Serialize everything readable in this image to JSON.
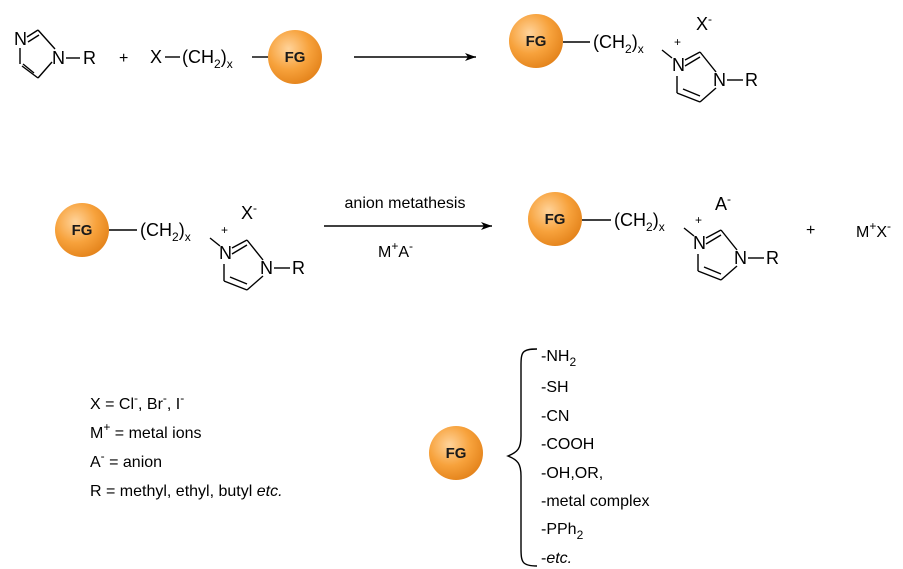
{
  "labels": {
    "fg": "FG",
    "n": "N",
    "r": "R",
    "dash": "–",
    "plus": "+",
    "plus_sign": "+",
    "x": "X",
    "ch2_open": "(CH",
    "ch2_sub": "2",
    "ch2_close": ")",
    "sub_x": "x",
    "x_minus": "-",
    "a": "A",
    "m": "M",
    "anion_metathesis": "anion metathesis",
    "m_plus_a_minus_m": "M",
    "m_plus_a_minus_a": "A"
  },
  "legend": {
    "x_def_prefix": "X = Cl",
    "x_def_br": ", Br",
    "x_def_i": ", I",
    "m_def_suffix": " = metal ions",
    "a_def_suffix": " = anion",
    "r_def_prefix": "R = methyl, ethyl, butyl ",
    "r_def_etc": "etc."
  },
  "fg_list": {
    "nh2_prefix": "-NH",
    "nh2_sub": "2",
    "sh": "-SH",
    "cn": "-CN",
    "cooh": "-COOH",
    "oh_or": "-OH,OR,",
    "metal_complex": "-metal complex",
    "pph2_prefix": "-PPh",
    "pph2_sub": "2",
    "etc_dash": "-",
    "etc": "etc."
  },
  "colors": {
    "fg_light": "#ffd39a",
    "fg_mid": "#f7a23c",
    "fg_dark": "#e3821a"
  }
}
